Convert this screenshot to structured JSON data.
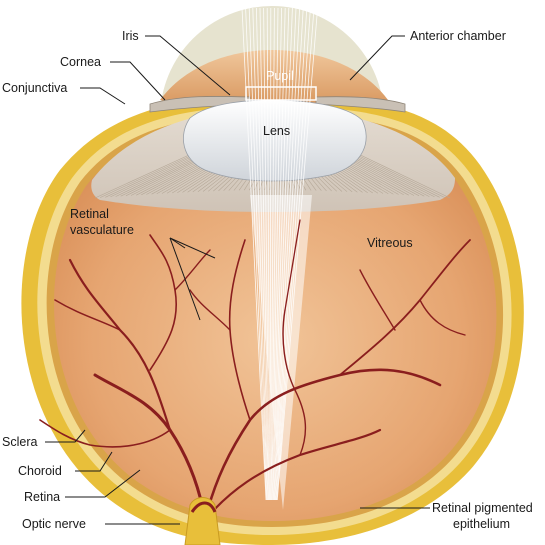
{
  "labels": {
    "iris": "Iris",
    "cornea": "Cornea",
    "conjunctiva": "Conjunctiva",
    "pupil": "Pupil",
    "lens": "Lens",
    "anterior_chamber": "Anterior chamber",
    "retinal_vasculature_line1": "Retinal",
    "retinal_vasculature_line2": "vasculature",
    "vitreous": "Vitreous",
    "sclera": "Sclera",
    "choroid": "Choroid",
    "retina": "Retina",
    "optic_nerve": "Optic nerve",
    "rpe_line1": "Retinal pigmented",
    "rpe_line2": "epithelium"
  },
  "colors": {
    "sclera": "#e8bf3a",
    "choroid": "#f3dc8f",
    "vitreous": "#e7a874",
    "vessel": "#8a1e1e",
    "lens": "#eef0f3",
    "cornea_halo": "#e6e3cf"
  }
}
